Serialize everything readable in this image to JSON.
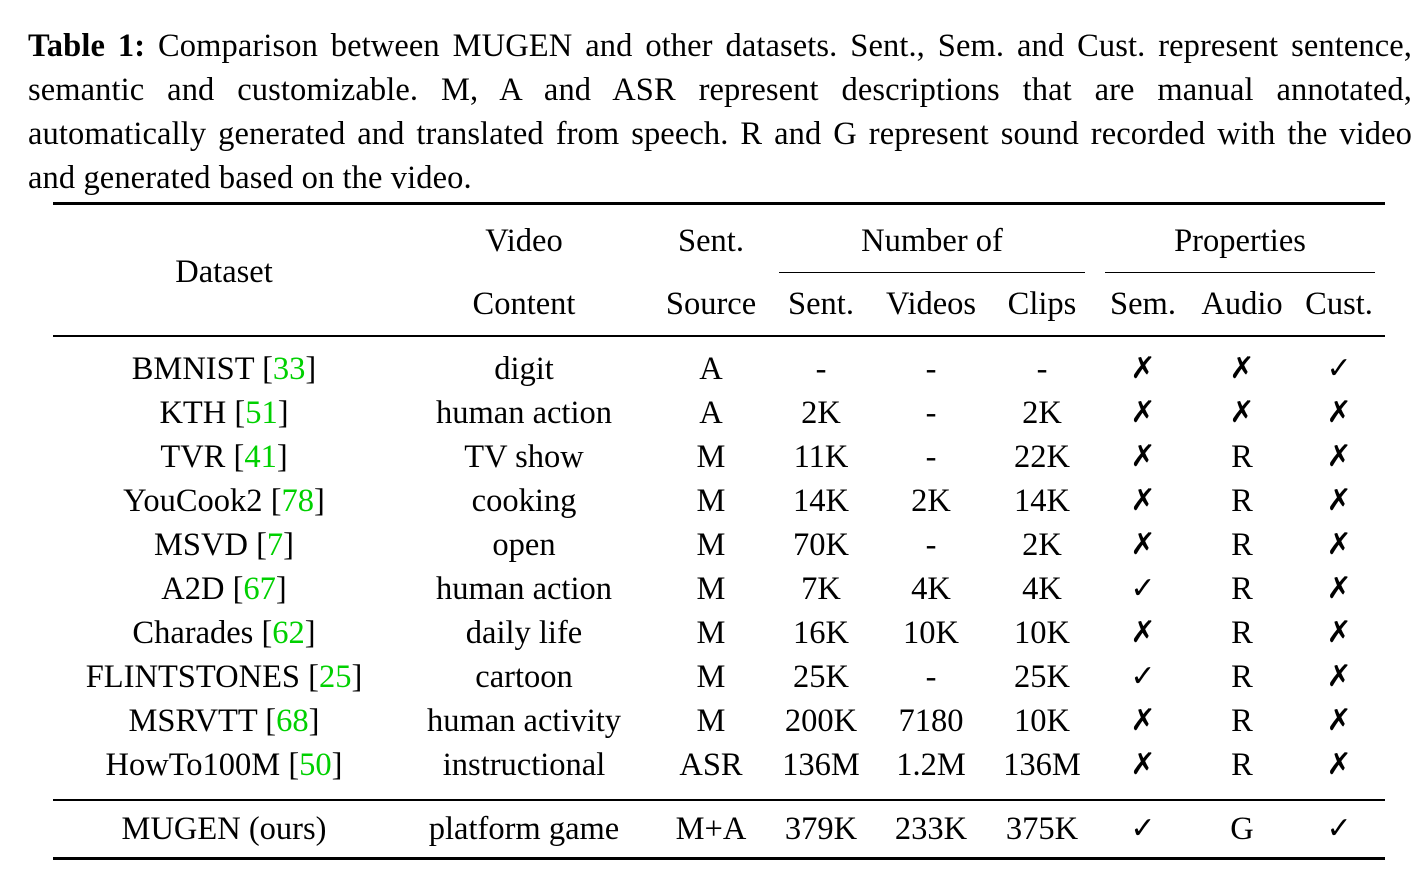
{
  "caption": {
    "label": "Table 1:",
    "text": "Comparison between MUGEN and other datasets. Sent., Sem. and Cust. represent sentence, semantic and customizable. M, A and ASR represent descriptions that are manual annotated, automatically generated and translated from speech. R and G represent sound recorded with the video and generated based on the video."
  },
  "header": {
    "dataset": "Dataset",
    "video_top": "Video",
    "video_bottom": "Content",
    "sent_top": "Sent.",
    "sent_bottom": "Source",
    "number_of": "Number of",
    "properties": "Properties",
    "sub": [
      "Sent.",
      "Videos",
      "Clips",
      "Sem.",
      "Audio",
      "Cust."
    ]
  },
  "rows": [
    {
      "name": "BMNIST",
      "cite": "33",
      "content": "digit",
      "source": "A",
      "sent": "-",
      "videos": "-",
      "clips": "-",
      "sem": "✗",
      "audio": "✗",
      "cust": "✓"
    },
    {
      "name": "KTH",
      "cite": "51",
      "content": "human action",
      "source": "A",
      "sent": "2K",
      "videos": "-",
      "clips": "2K",
      "sem": "✗",
      "audio": "✗",
      "cust": "✗"
    },
    {
      "name": "TVR",
      "cite": "41",
      "content": "TV show",
      "source": "M",
      "sent": "11K",
      "videos": "-",
      "clips": "22K",
      "sem": "✗",
      "audio": "R",
      "cust": "✗"
    },
    {
      "name": "YouCook2",
      "cite": "78",
      "content": "cooking",
      "source": "M",
      "sent": "14K",
      "videos": "2K",
      "clips": "14K",
      "sem": "✗",
      "audio": "R",
      "cust": "✗"
    },
    {
      "name": "MSVD",
      "cite": "7",
      "content": "open",
      "source": "M",
      "sent": "70K",
      "videos": "-",
      "clips": "2K",
      "sem": "✗",
      "audio": "R",
      "cust": "✗"
    },
    {
      "name": "A2D",
      "cite": "67",
      "content": "human action",
      "source": "M",
      "sent": "7K",
      "videos": "4K",
      "clips": "4K",
      "sem": "✓",
      "audio": "R",
      "cust": "✗"
    },
    {
      "name": "Charades",
      "cite": "62",
      "content": "daily life",
      "source": "M",
      "sent": "16K",
      "videos": "10K",
      "clips": "10K",
      "sem": "✗",
      "audio": "R",
      "cust": "✗"
    },
    {
      "name": "FLINTSTONES",
      "cite": "25",
      "content": "cartoon",
      "source": "M",
      "sent": "25K",
      "videos": "-",
      "clips": "25K",
      "sem": "✓",
      "audio": "R",
      "cust": "✗"
    },
    {
      "name": "MSRVTT",
      "cite": "68",
      "content": "human activity",
      "source": "M",
      "sent": "200K",
      "videos": "7180",
      "clips": "10K",
      "sem": "✗",
      "audio": "R",
      "cust": "✗"
    },
    {
      "name": "HowTo100M",
      "cite": "50",
      "content": "instructional",
      "source": "ASR",
      "sent": "136M",
      "videos": "1.2M",
      "clips": "136M",
      "sem": "✗",
      "audio": "R",
      "cust": "✗"
    }
  ],
  "ours": {
    "name": "MUGEN (ours)",
    "content": "platform game",
    "source": "M+A",
    "sent": "379K",
    "videos": "233K",
    "clips": "375K",
    "sem": "✓",
    "audio": "G",
    "cust": "✓"
  }
}
